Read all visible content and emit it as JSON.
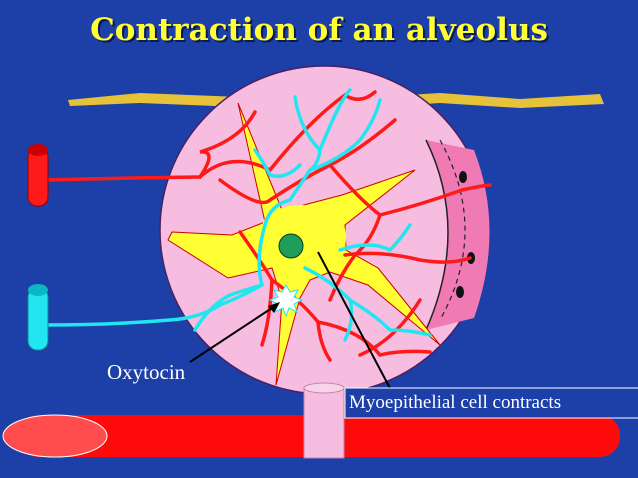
{
  "title": "Contraction of an alveolus",
  "labels": {
    "oxytocin": "Oxytocin",
    "myoepithelial": "Myoepithelial cell contracts"
  },
  "colors": {
    "background": "#1c3fa8",
    "title": "#ffff33",
    "alveolus": "#f6bde0",
    "myoepithelial_cell": "#ffff33",
    "nucleus": "#1e9e5a",
    "artery": "#ff1a1a",
    "vein": "#22e5f0",
    "duct": "#ff0a0a"
  }
}
